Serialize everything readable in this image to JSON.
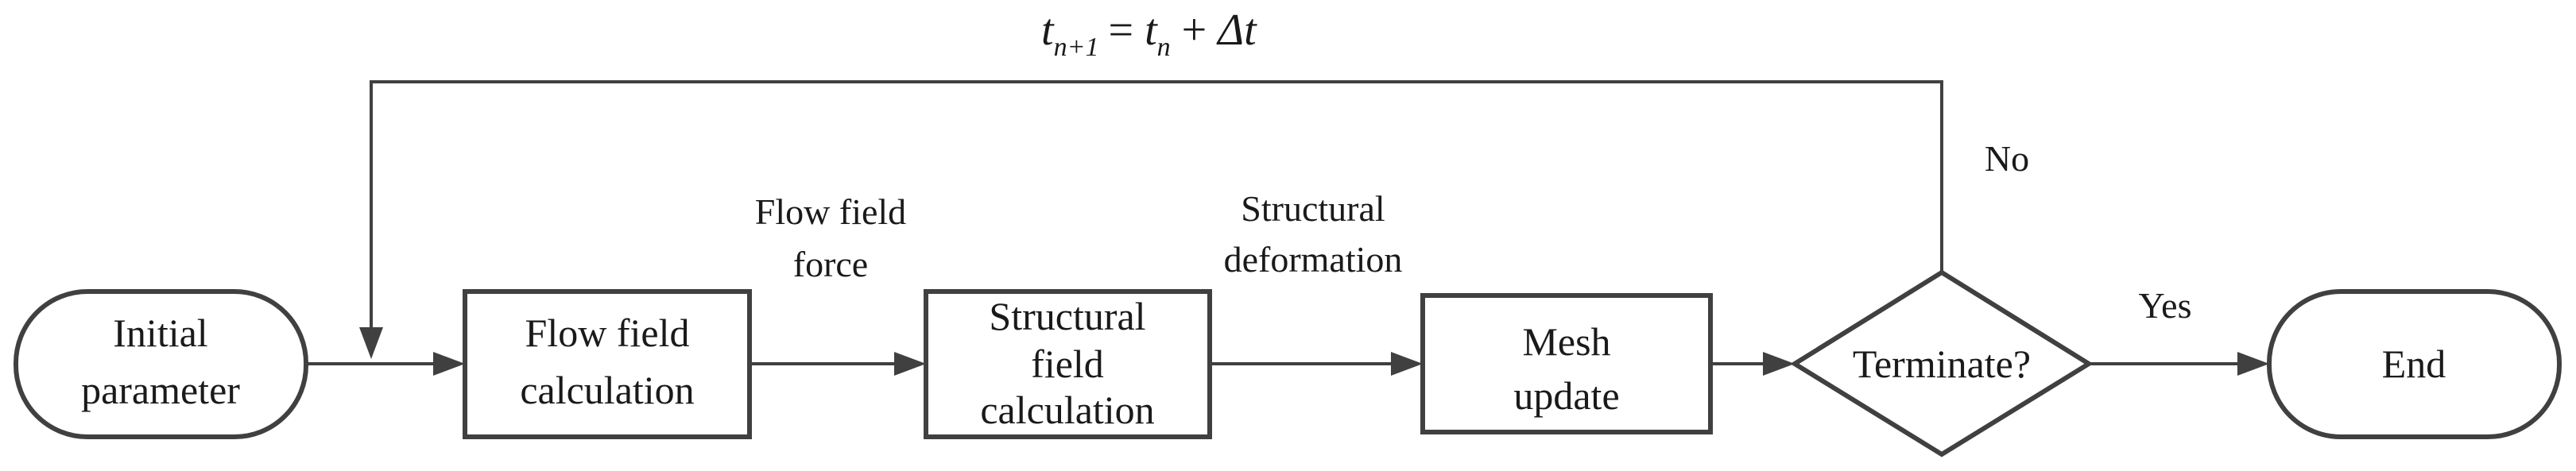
{
  "nodes": {
    "initial": {
      "lines": [
        "Initial",
        "parameter"
      ]
    },
    "flow_calc": {
      "lines": [
        "Flow field",
        "calculation"
      ]
    },
    "struct_calc": {
      "lines": [
        "Structural",
        "field",
        "calculation"
      ]
    },
    "mesh": {
      "lines": [
        "Mesh",
        "update"
      ]
    },
    "terminate": {
      "lines": [
        "Terminate?"
      ]
    },
    "end": {
      "lines": [
        "End"
      ]
    }
  },
  "edge_labels": {
    "flow_force": [
      "Flow field",
      "force"
    ],
    "struct_deform": [
      "Structural",
      "deformation"
    ],
    "yes": "Yes",
    "no": "No"
  },
  "loop_formula": {
    "lhs_var": "t",
    "lhs_sub": "n+1",
    "equals": "=",
    "rhs_var": "t",
    "rhs_sub": "n",
    "plus": "+",
    "delta_term": "Δt"
  },
  "colors": {
    "stroke": "#404040",
    "text": "#1a1a1a",
    "background": "#ffffff"
  }
}
